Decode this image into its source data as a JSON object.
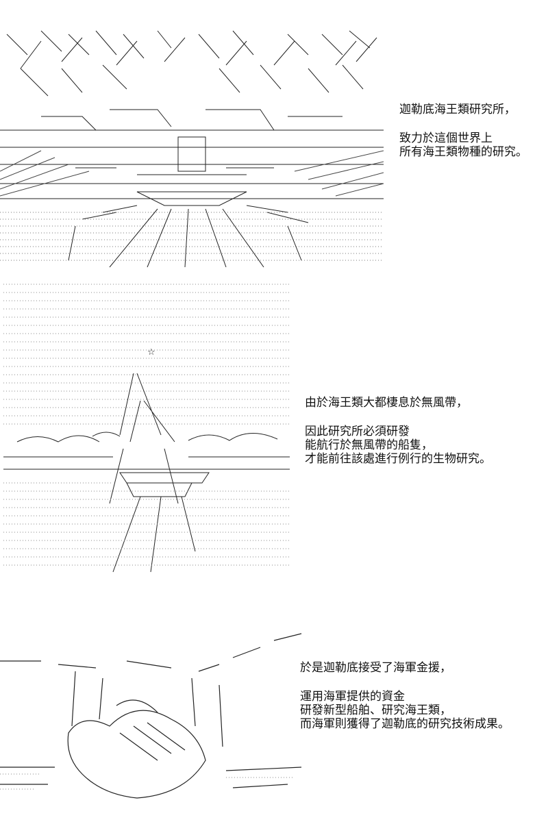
{
  "panels": [
    {
      "caption": [
        [
          "迦勒底海王類研究所，"
        ],
        [
          "致力於這個世界上",
          "所有海王類物種的研究。"
        ]
      ]
    },
    {
      "caption": [
        [
          "由於海王類大都棲息於無風帶，"
        ],
        [
          "因此研究所必須研發",
          "能航行於無風帶的船隻，",
          "才能前往該處進行例行的生物研究。"
        ]
      ]
    },
    {
      "caption": [
        [
          "於是迦勒底接受了海軍金援，"
        ],
        [
          "運用海軍提供的資金",
          "研發新型船舶、研究海王類，",
          "而海軍則獲得了迦勒底的研究技術成果。"
        ]
      ]
    }
  ],
  "art": {
    "star_glyph": "☆",
    "art_color": "#222222"
  }
}
